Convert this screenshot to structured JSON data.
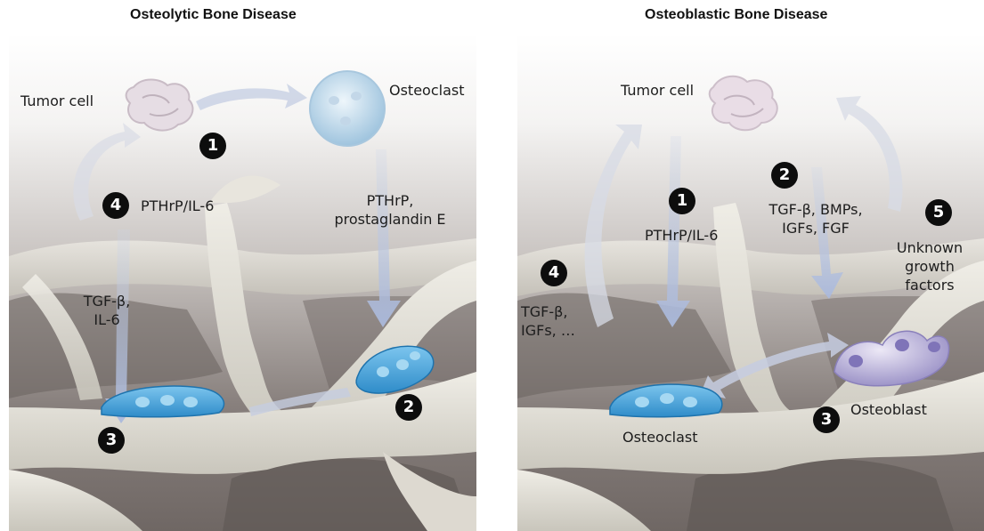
{
  "left_panel": {
    "title": "Osteolytic Bone Disease",
    "labels": {
      "tumor_cell": "Tumor cell",
      "osteoclast": "Osteoclast",
      "pthrp_il6": "PTHrP/IL-6",
      "pthrp_prostaglandin_1": "PTHrP,",
      "pthrp_prostaglandin_2": "prostaglandin E",
      "tgfb_il6_1": "TGF-β,",
      "tgfb_il6_2": "IL-6"
    },
    "steps": [
      "1",
      "2",
      "3",
      "4"
    ]
  },
  "right_panel": {
    "title": "Osteoblastic Bone Disease",
    "labels": {
      "tumor_cell": "Tumor cell",
      "pthrp_il6": "PTHrP/IL-6",
      "tgfb_bmps_1": "TGF-β, BMPs,",
      "tgfb_bmps_2": "IGFs, FGF",
      "unknown_1": "Unknown",
      "unknown_2": "growth",
      "unknown_3": "factors",
      "tgfb_igfs_1": "TGF-β,",
      "tgfb_igfs_2": "IGFs, …",
      "osteoclast": "Osteoclast",
      "osteoblast": "Osteoblast"
    },
    "steps": [
      "1",
      "2",
      "3",
      "4",
      "5"
    ]
  }
}
